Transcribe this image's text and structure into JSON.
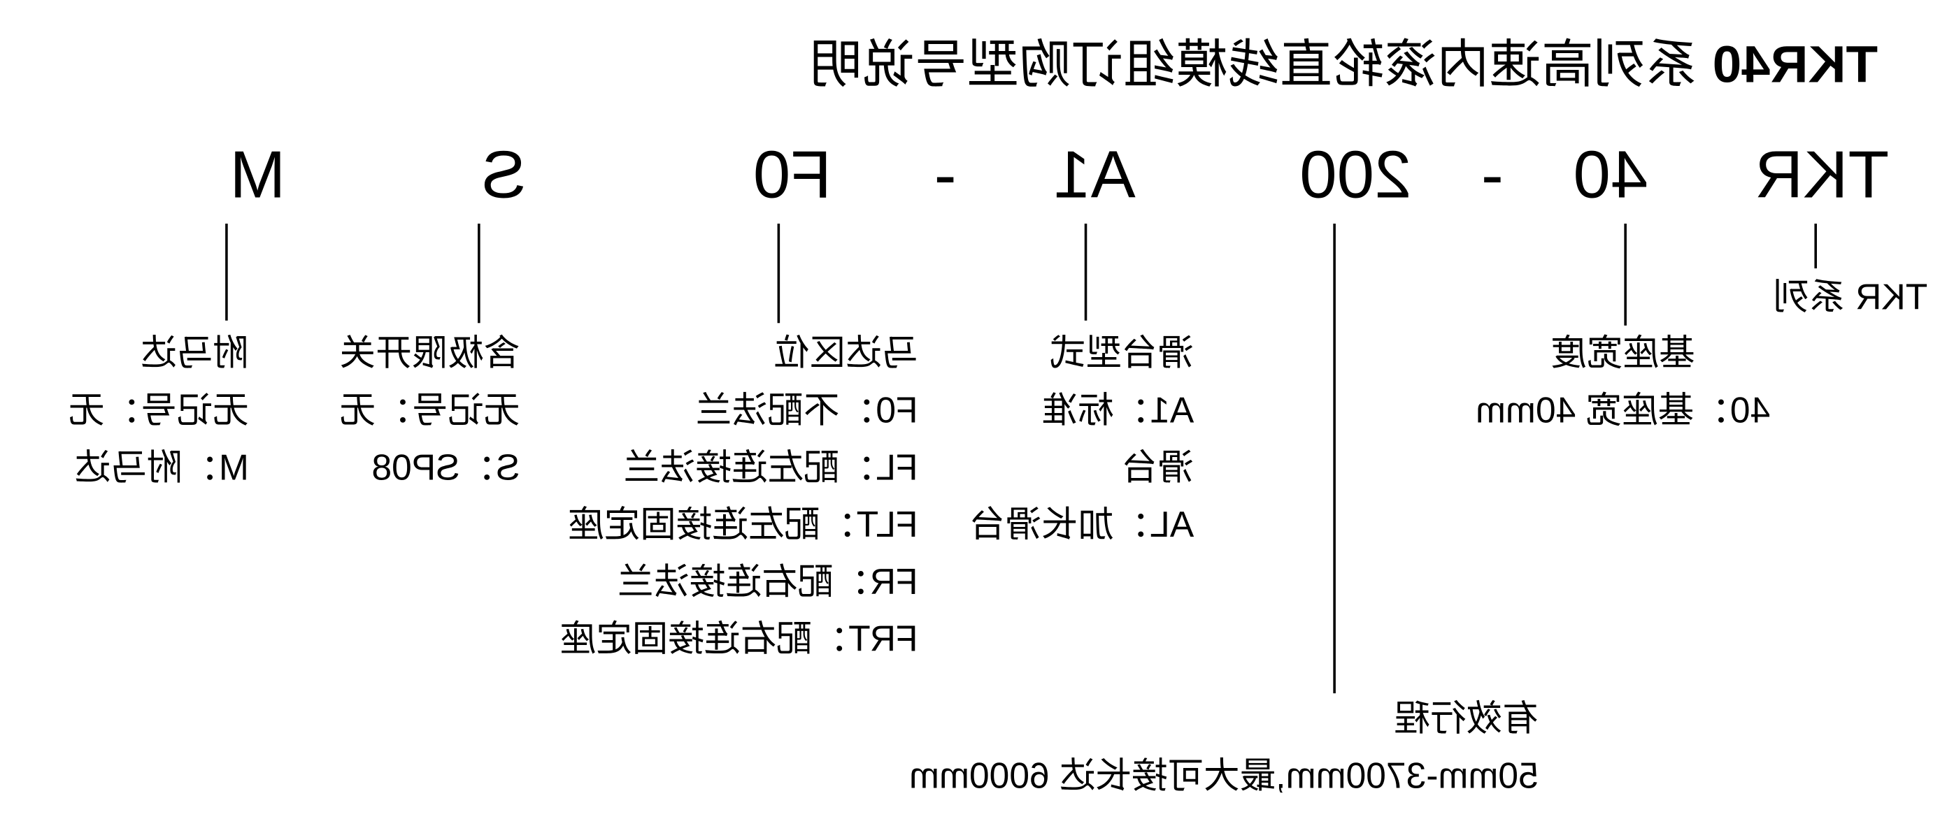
{
  "title": {
    "bold": "TKR40",
    "rest": "系列高速内滚轮直线模组订购型号说明"
  },
  "code_parts": [
    "TKR",
    "40",
    "-",
    "200",
    "A1",
    "-",
    "F0",
    "S",
    "M"
  ],
  "series": {
    "label": "TKR 系列"
  },
  "base_width": {
    "heading": "基座宽度",
    "options": [
      "40：基座宽 40mm"
    ]
  },
  "stroke": {
    "heading": "有效行程",
    "options": [
      "50mm-3700mm,最大可接长达 6000mm"
    ]
  },
  "slide_type": {
    "heading": "滑台型式",
    "options": [
      "A1：标准滑台",
      "AL：加长滑台"
    ]
  },
  "motor_position": {
    "heading": "马达区位",
    "options": [
      "F0：不配法兰",
      "FL：配左连接法兰",
      "FLT：配左连接固定座",
      "FR：配右连接法兰",
      "FRT：配右连接固定座"
    ]
  },
  "limit_switch": {
    "heading": "含极限开关",
    "options": [
      "无记号：无",
      "S：SP08"
    ]
  },
  "motor": {
    "heading": "附马达",
    "options": [
      "无记号：无",
      "M：附马达"
    ]
  }
}
